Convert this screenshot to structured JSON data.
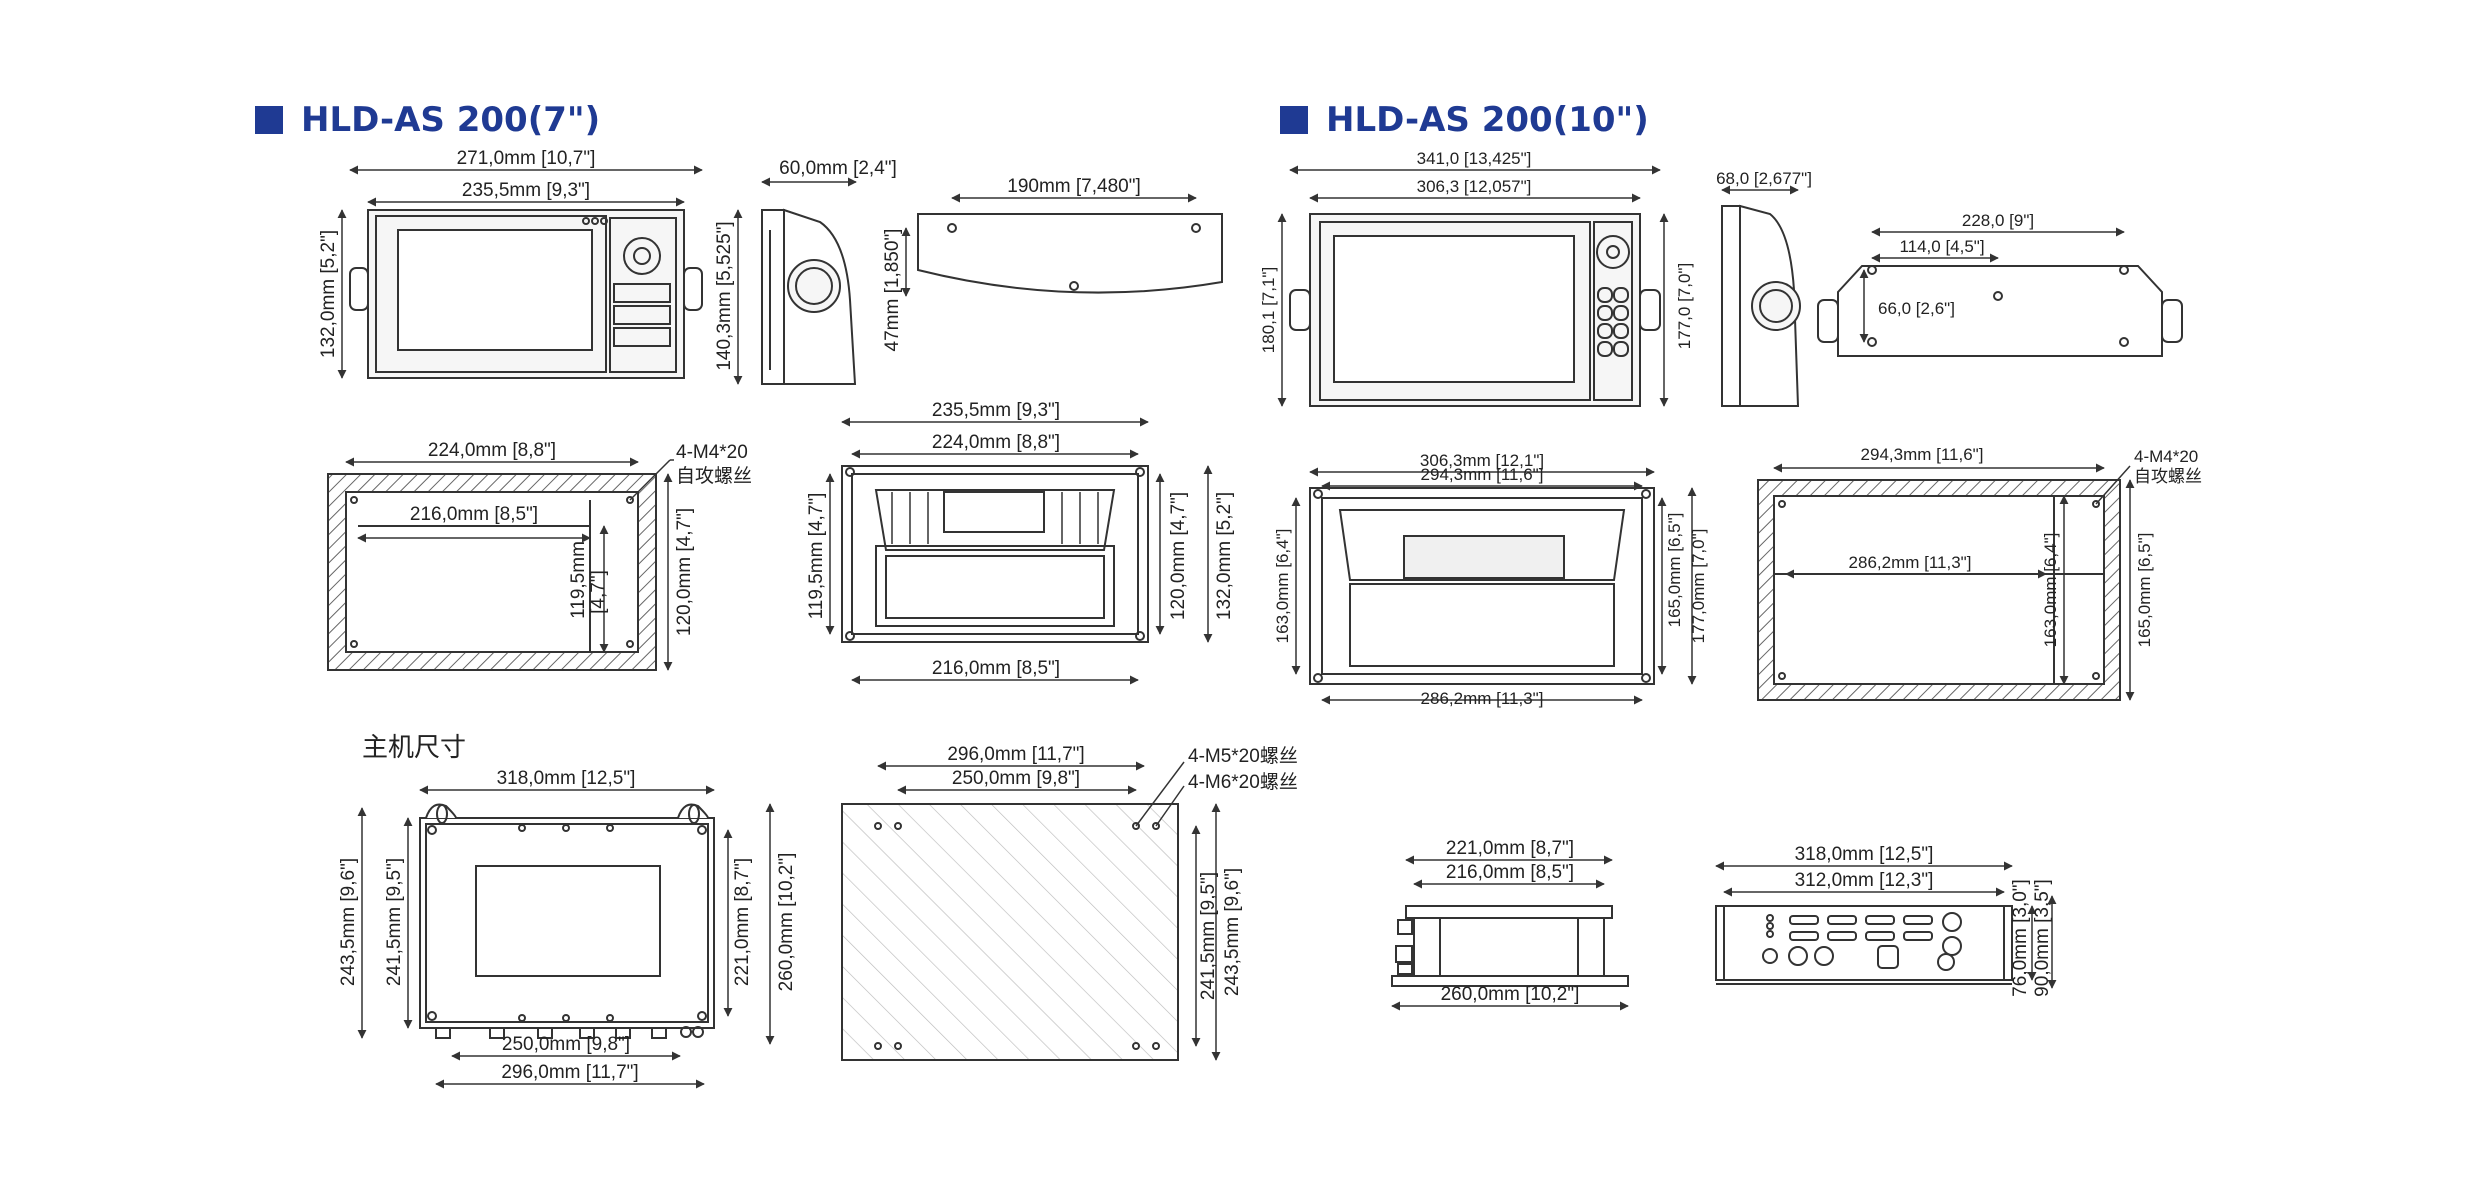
{
  "colors": {
    "brand": "#1f3a93",
    "line": "#333333"
  },
  "sections": [
    {
      "title": "HLD-AS 200(7\")"
    },
    {
      "title": "HLD-AS 200(10\")"
    }
  ],
  "dims7": {
    "front_overall_w": "271,0mm [10,7\"]",
    "front_body_w": "235,5mm [9,3\"]",
    "front_h": "132,0mm [5,2\"]",
    "side_depth": "60,0mm [2,4\"]",
    "side_h": "140,3mm [5,525\"]",
    "bracket_w": "190mm [7,480\"]",
    "bracket_h": "47mm [1,850\"]",
    "cut_outer_w": "224,0mm [8,8\"]",
    "cut_inner_w": "216,0mm [8,5\"]",
    "cut_inner_h": "119,5mm",
    "cut_inner_h_in": "[4,7\"]",
    "cut_outer_h": "120,0mm [4,7\"]",
    "screw_spec": "4-M4*20",
    "screw_type": "自攻螺丝",
    "back_w1": "235,5mm [9,3\"]",
    "back_w2": "224,0mm [8,8\"]",
    "back_w3": "216,0mm [8,5\"]",
    "back_h1": "119,5mm [4,7\"]",
    "back_h2": "120,0mm [4,7\"]",
    "back_h3": "132,0mm [5,2\"]"
  },
  "dims10": {
    "front_overall_w": "341,0 [13,425\"]",
    "front_body_w": "306,3 [12,057\"]",
    "front_h1": "180,1 [7,1\"]",
    "front_h2": "177,0 [7,0\"]",
    "side_depth": "68,0 [2,677\"]",
    "bracket_w1": "228,0 [9\"]",
    "bracket_w2": "114,0 [4,5\"]",
    "bracket_h": "66,0 [2,6\"]",
    "back_w1": "306,3mm [12,1\"]",
    "back_w2": "294,3mm [11,6\"]",
    "back_w3": "286,2mm [11,3\"]",
    "back_h1": "163,0mm [6,4\"]",
    "back_h2": "165,0mm [6,5\"]",
    "back_h3": "177,0mm [7,0\"]",
    "cut_outer_w": "294,3mm [11,6\"]",
    "cut_inner_w": "286,2mm [11,3\"]",
    "cut_inner_h": "163,0mm [6,4\"]",
    "cut_outer_h": "165,0mm [6,5\"]",
    "screw_spec": "4-M4*20",
    "screw_type": "自攻螺丝"
  },
  "host": {
    "label": "主机尺寸",
    "front_w_top": "318,0mm [12,5\"]",
    "front_h_outer": "243,5mm [9,6\"]",
    "front_h_inner": "241,5mm [9,5\"]",
    "front_h_r1": "221,0mm [8,7\"]",
    "front_h_r2": "260,0mm [10,2\"]",
    "front_w_b1": "250,0mm [9,8\"]",
    "front_w_b2": "296,0mm [11,7\"]",
    "plate_w1": "296,0mm [11,7\"]",
    "plate_w2": "250,0mm [9,8\"]",
    "plate_screw1": "4-M5*20螺丝",
    "plate_screw2": "4-M6*20螺丝",
    "plate_h1": "241,5mm [9,5\"]",
    "plate_h2": "243,5mm [9,6\"]",
    "side_w1": "221,0mm [8,7\"]",
    "side_w2": "216,0mm [8,5\"]",
    "side_w3": "260,0mm [10,2\"]",
    "end_w1": "318,0mm [12,5\"]",
    "end_w2": "312,0mm [12,3\"]",
    "end_h1": "76,0mm [3,0\"]",
    "end_h2": "90,0mm [3,5\"]"
  }
}
